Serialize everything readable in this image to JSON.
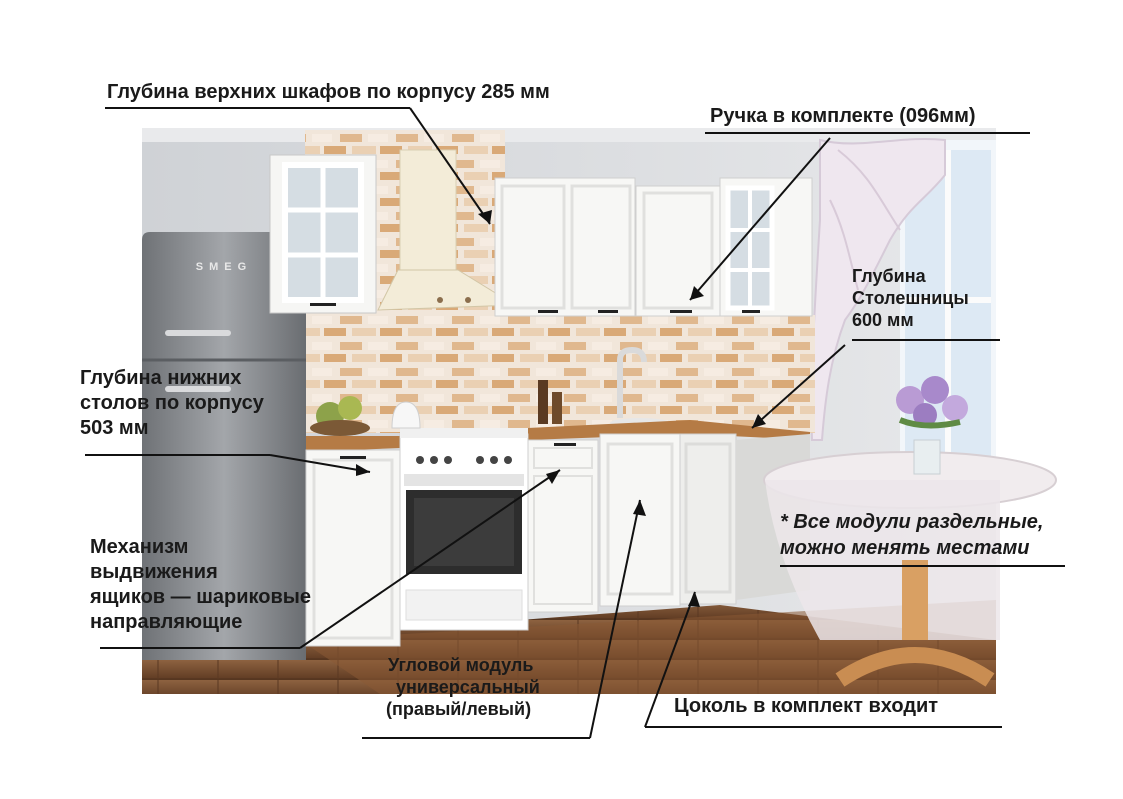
{
  "annotations": {
    "upper_depth": "Глубина верхних шкафов по корпусу 285 мм",
    "handle": "Ручка в комплекте (096мм)",
    "worktop_depth": [
      "Глубина",
      "Столешницы",
      "600 мм"
    ],
    "lower_depth": [
      "Глубина нижних",
      "столов по корпусу",
      "503 мм"
    ],
    "drawer_mechanism": [
      "Механизм",
      "выдвижения",
      "ящиков — шариковые",
      "направляющие"
    ],
    "corner_module": [
      "Угловой модуль",
      "универсальный",
      "(правый/левый)"
    ],
    "plinth": "Цоколь в комплект входит",
    "note": [
      "* Все модули раздельные,",
      "можно менять местами"
    ]
  },
  "brand": {
    "fridge_logo": "SMEG"
  },
  "colors": {
    "cabinet": "#f4f4f2",
    "countertop": "#b57b45",
    "tiles": "#e2c4a2",
    "floor": "#7a4e2f",
    "fridge": "#8c8f93",
    "text": "#1a1a1a"
  }
}
